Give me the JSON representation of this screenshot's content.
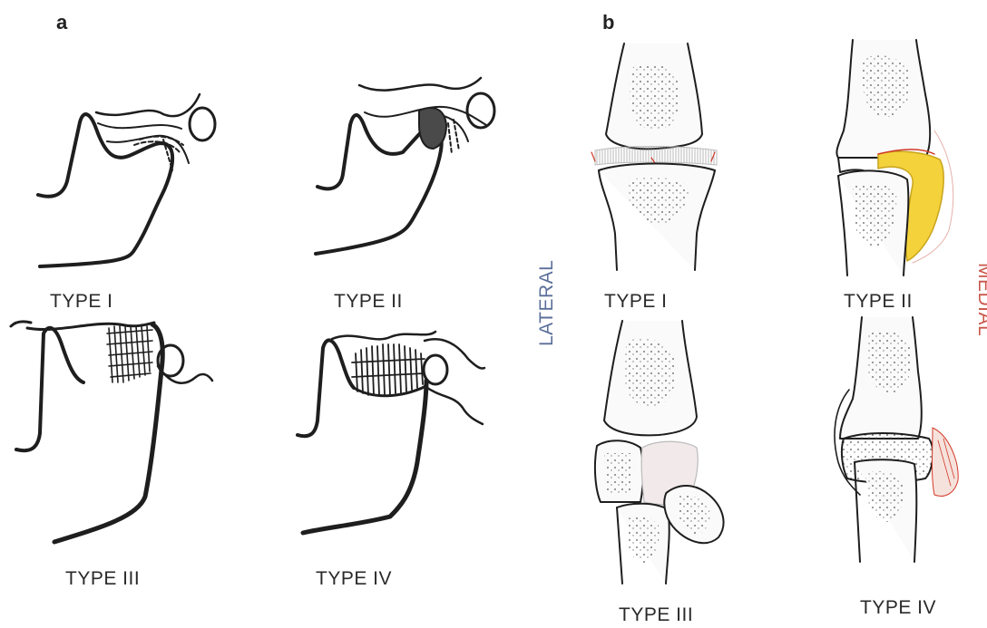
{
  "panel_a": {
    "letter": "a",
    "labels": {
      "type1": "TYPE I",
      "type2": "TYPE II",
      "type3": "TYPE III",
      "type4": "TYPE IV"
    }
  },
  "panel_b": {
    "letter": "b",
    "labels": {
      "type1": "TYPE I",
      "type2": "TYPE II",
      "type3": "TYPE III",
      "type4": "TYPE IV"
    },
    "side_left": "LATERAL",
    "side_right": "MEDIAL"
  },
  "colors": {
    "lateral_text": "#5b6f9a",
    "medial_text": "#c9574a",
    "ink": "#1e1e1e",
    "yellow_fill": "#f4d23c",
    "red_accent": "#d23a2a"
  }
}
